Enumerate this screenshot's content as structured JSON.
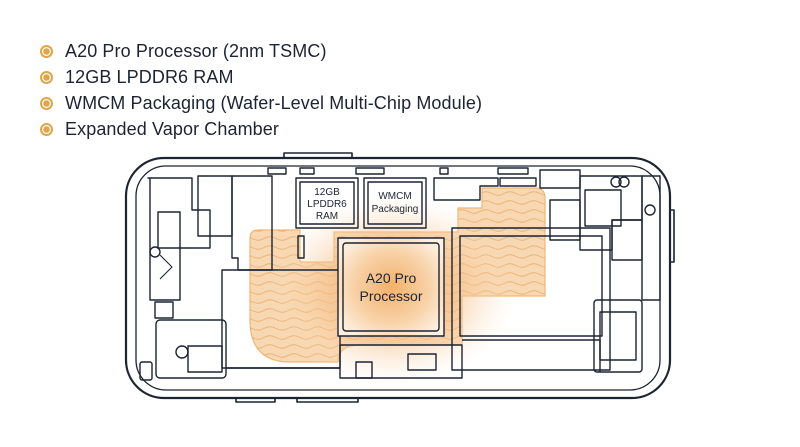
{
  "features": [
    {
      "label": "A20 Pro Processor (2nm TSMC)"
    },
    {
      "label": "12GB LPDDR6 RAM"
    },
    {
      "label": "WMCM Packaging (Wafer-Level Multi-Chip Module)"
    },
    {
      "label": "Expanded Vapor Chamber"
    }
  ],
  "diagram": {
    "ram": {
      "line1": "12GB",
      "line2": "LPDDR6",
      "line3": "RAM"
    },
    "wmcm": {
      "line1": "WMCM",
      "line2": "Packaging"
    },
    "processor": {
      "line1": "A20 Pro",
      "line2": "Processor"
    }
  },
  "colors": {
    "outline": "#1c2333",
    "bullet": "#e0a44a",
    "vapor": "#f3c38c",
    "glow": "#f0a95c"
  }
}
